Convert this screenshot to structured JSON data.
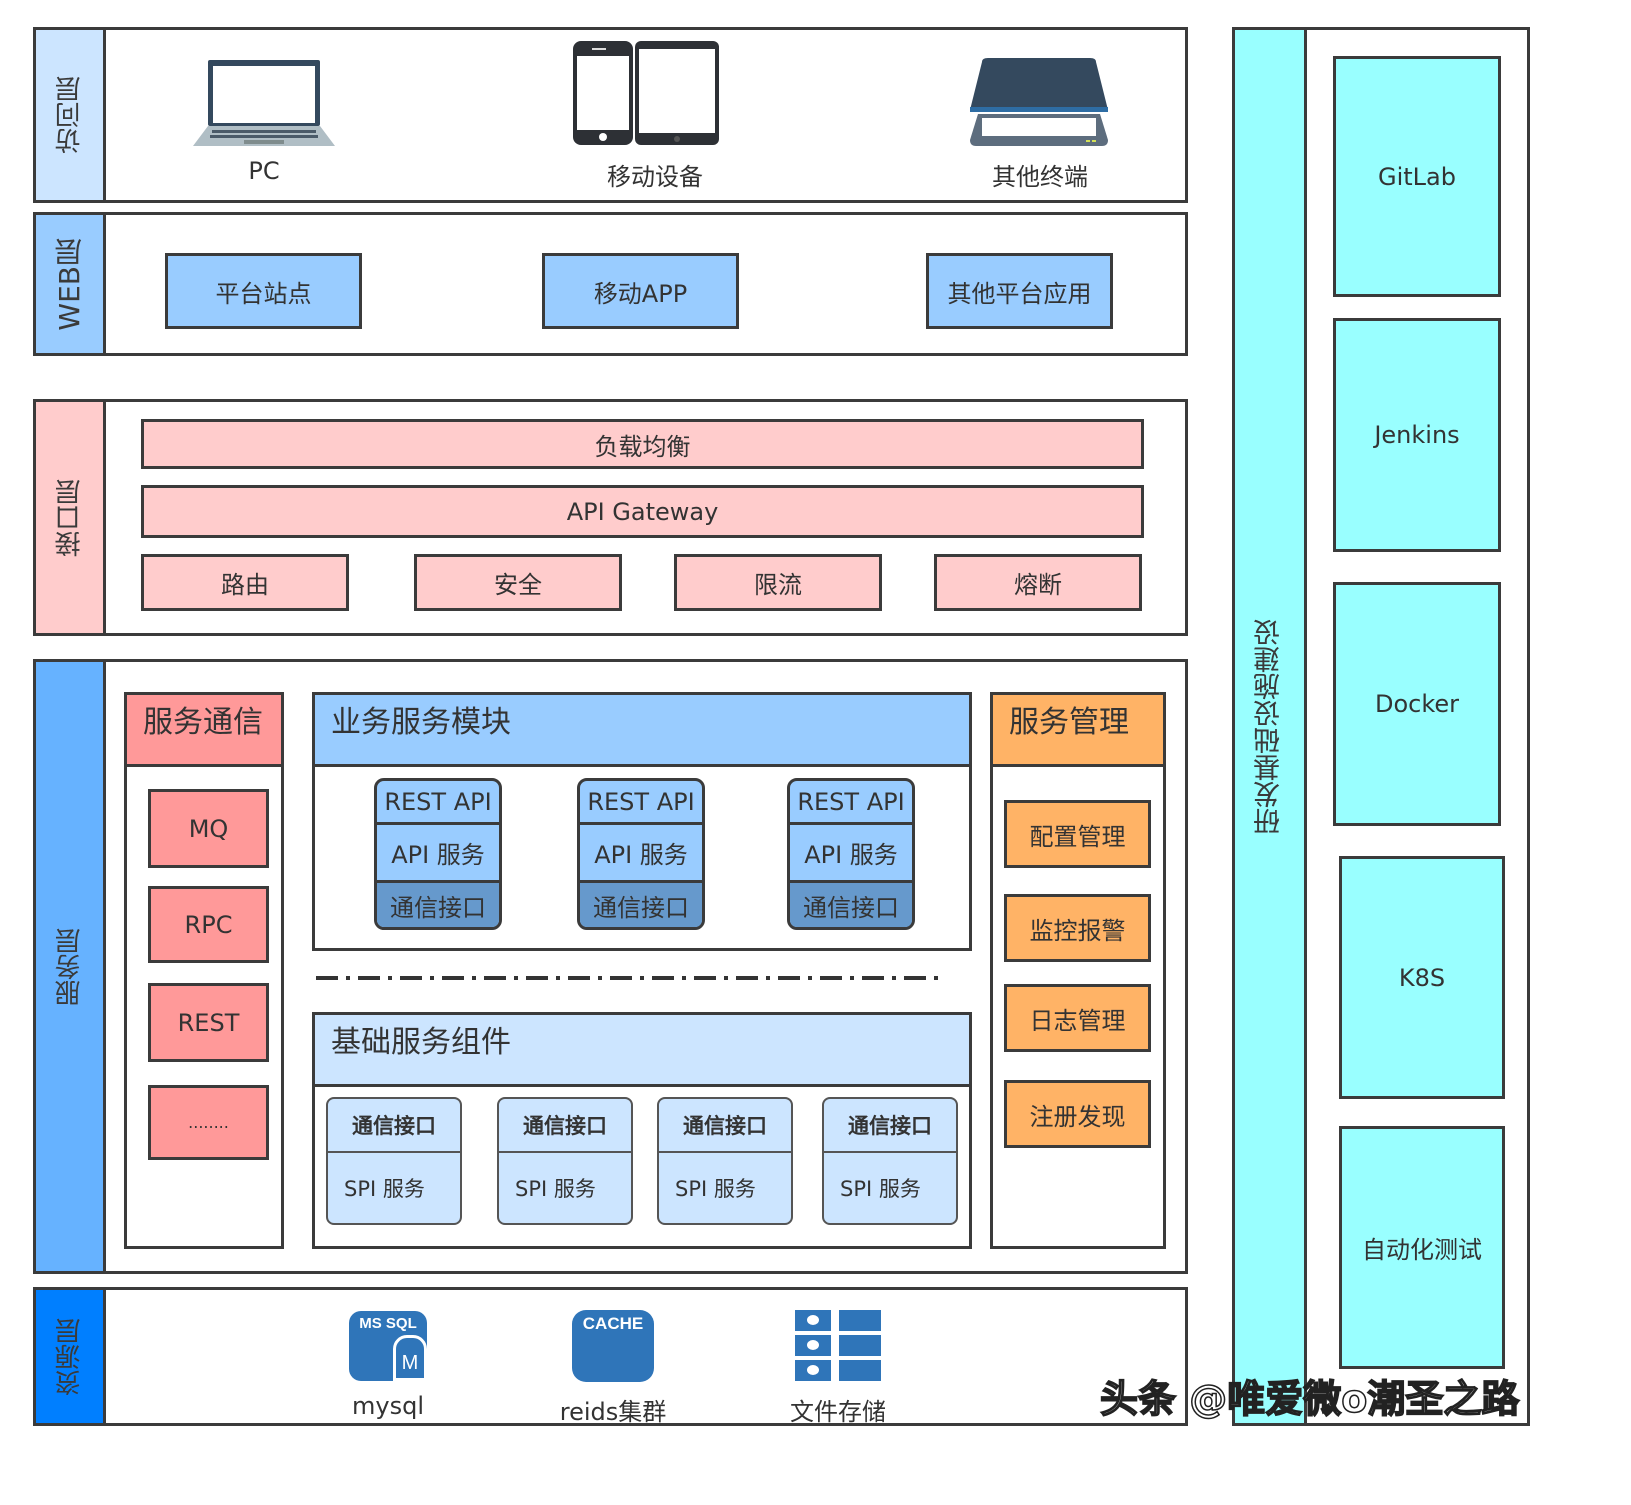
{
  "colors": {
    "access_side": "#cce5ff",
    "web_side": "#99ccff",
    "interface_side": "#ffcccc",
    "service_side": "#66b2ff",
    "resource_side": "#007fff",
    "infra": "#99ffff",
    "orange": "#ffb366",
    "red": "#ff9999",
    "icon_blue": "#2f75b9",
    "icon_dark": "#34495e"
  },
  "access_layer": {
    "title": "访问层",
    "items": [
      {
        "icon": "laptop-icon",
        "label": "PC"
      },
      {
        "icon": "mobile-devices-icon",
        "label": "移动设备"
      },
      {
        "icon": "scanner-icon",
        "label": "其他终端"
      }
    ]
  },
  "web_layer": {
    "title": "WEB层",
    "items": [
      "平台站点",
      "移动APP",
      "其他平台应用"
    ]
  },
  "interface_layer": {
    "title": "接口层",
    "load_balancer": "负载均衡",
    "gateway": "API Gateway",
    "features": [
      "路由",
      "安全",
      "限流",
      "熔断"
    ]
  },
  "service_layer": {
    "title": "服务层",
    "communication": {
      "title": "服务通信",
      "items": [
        "MQ",
        "RPC",
        "REST",
        "........"
      ]
    },
    "business_module": {
      "title": "业务服务模块",
      "stacks": [
        {
          "top": "REST API",
          "mid": "API 服务",
          "bottom": "通信接口"
        },
        {
          "top": "REST API",
          "mid": "API 服务",
          "bottom": "通信接口"
        },
        {
          "top": "REST API",
          "mid": "API 服务",
          "bottom": "通信接口"
        }
      ]
    },
    "base_components": {
      "title": "基础服务组件",
      "cards": [
        {
          "top": "通信接口",
          "bottom": "SPI 服务"
        },
        {
          "top": "通信接口",
          "bottom": "SPI 服务"
        },
        {
          "top": "通信接口",
          "bottom": "SPI 服务"
        },
        {
          "top": "通信接口",
          "bottom": "SPI 服务"
        }
      ]
    },
    "management": {
      "title": "服务管理",
      "items": [
        "配置管理",
        "监控报警",
        "日志管理",
        "注册发现"
      ]
    }
  },
  "resource_layer": {
    "title": "资源层",
    "items": [
      {
        "icon": "mssql-database-icon",
        "badge": "MS SQL",
        "badge2": "M",
        "label": "mysql"
      },
      {
        "icon": "cache-icon",
        "badge": "CACHE",
        "label": "reids集群"
      },
      {
        "icon": "file-storage-icon",
        "label": "文件存储"
      }
    ]
  },
  "infrastructure": {
    "title": "研发基础设施建设",
    "items": [
      "GitLab",
      "Jenkins",
      "Docker",
      "K8S",
      "自动化测试"
    ]
  },
  "watermark": "头条 @唯爱微o潮圣之路"
}
